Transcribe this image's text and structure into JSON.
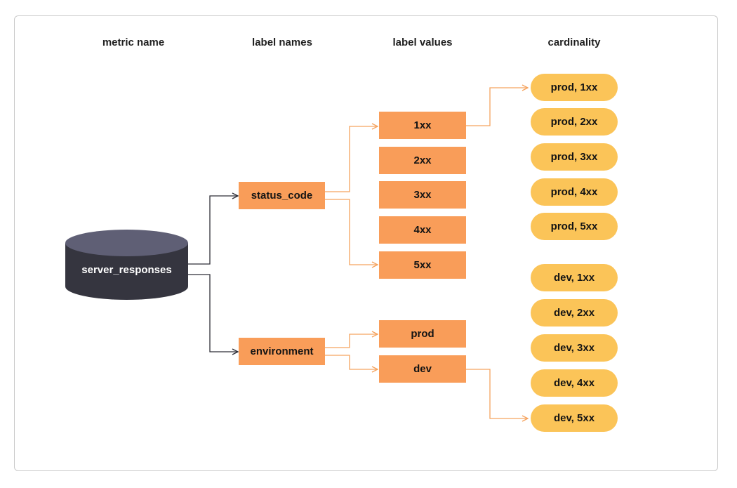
{
  "headers": {
    "metric_name": "metric name",
    "label_names": "label names",
    "label_values": "label values",
    "cardinality": "cardinality"
  },
  "metric": {
    "name": "server_responses"
  },
  "label_names": {
    "status_code": "status_code",
    "environment": "environment"
  },
  "label_values": {
    "status_code": [
      "1xx",
      "2xx",
      "3xx",
      "4xx",
      "5xx"
    ],
    "environment": [
      "prod",
      "dev"
    ]
  },
  "cardinality": {
    "prod": [
      "prod, 1xx",
      "prod, 2xx",
      "prod, 3xx",
      "prod, 4xx",
      "prod, 5xx"
    ],
    "dev": [
      "dev, 1xx",
      "dev, 2xx",
      "dev, 3xx",
      "dev, 4xx",
      "dev, 5xx"
    ]
  },
  "colors": {
    "database": "#5f5f75",
    "database_body": "#35353f",
    "box": "#f99d59",
    "pill": "#fbc458",
    "connector_dark": "#2f2f38",
    "connector_orange": "#f5a35f"
  }
}
